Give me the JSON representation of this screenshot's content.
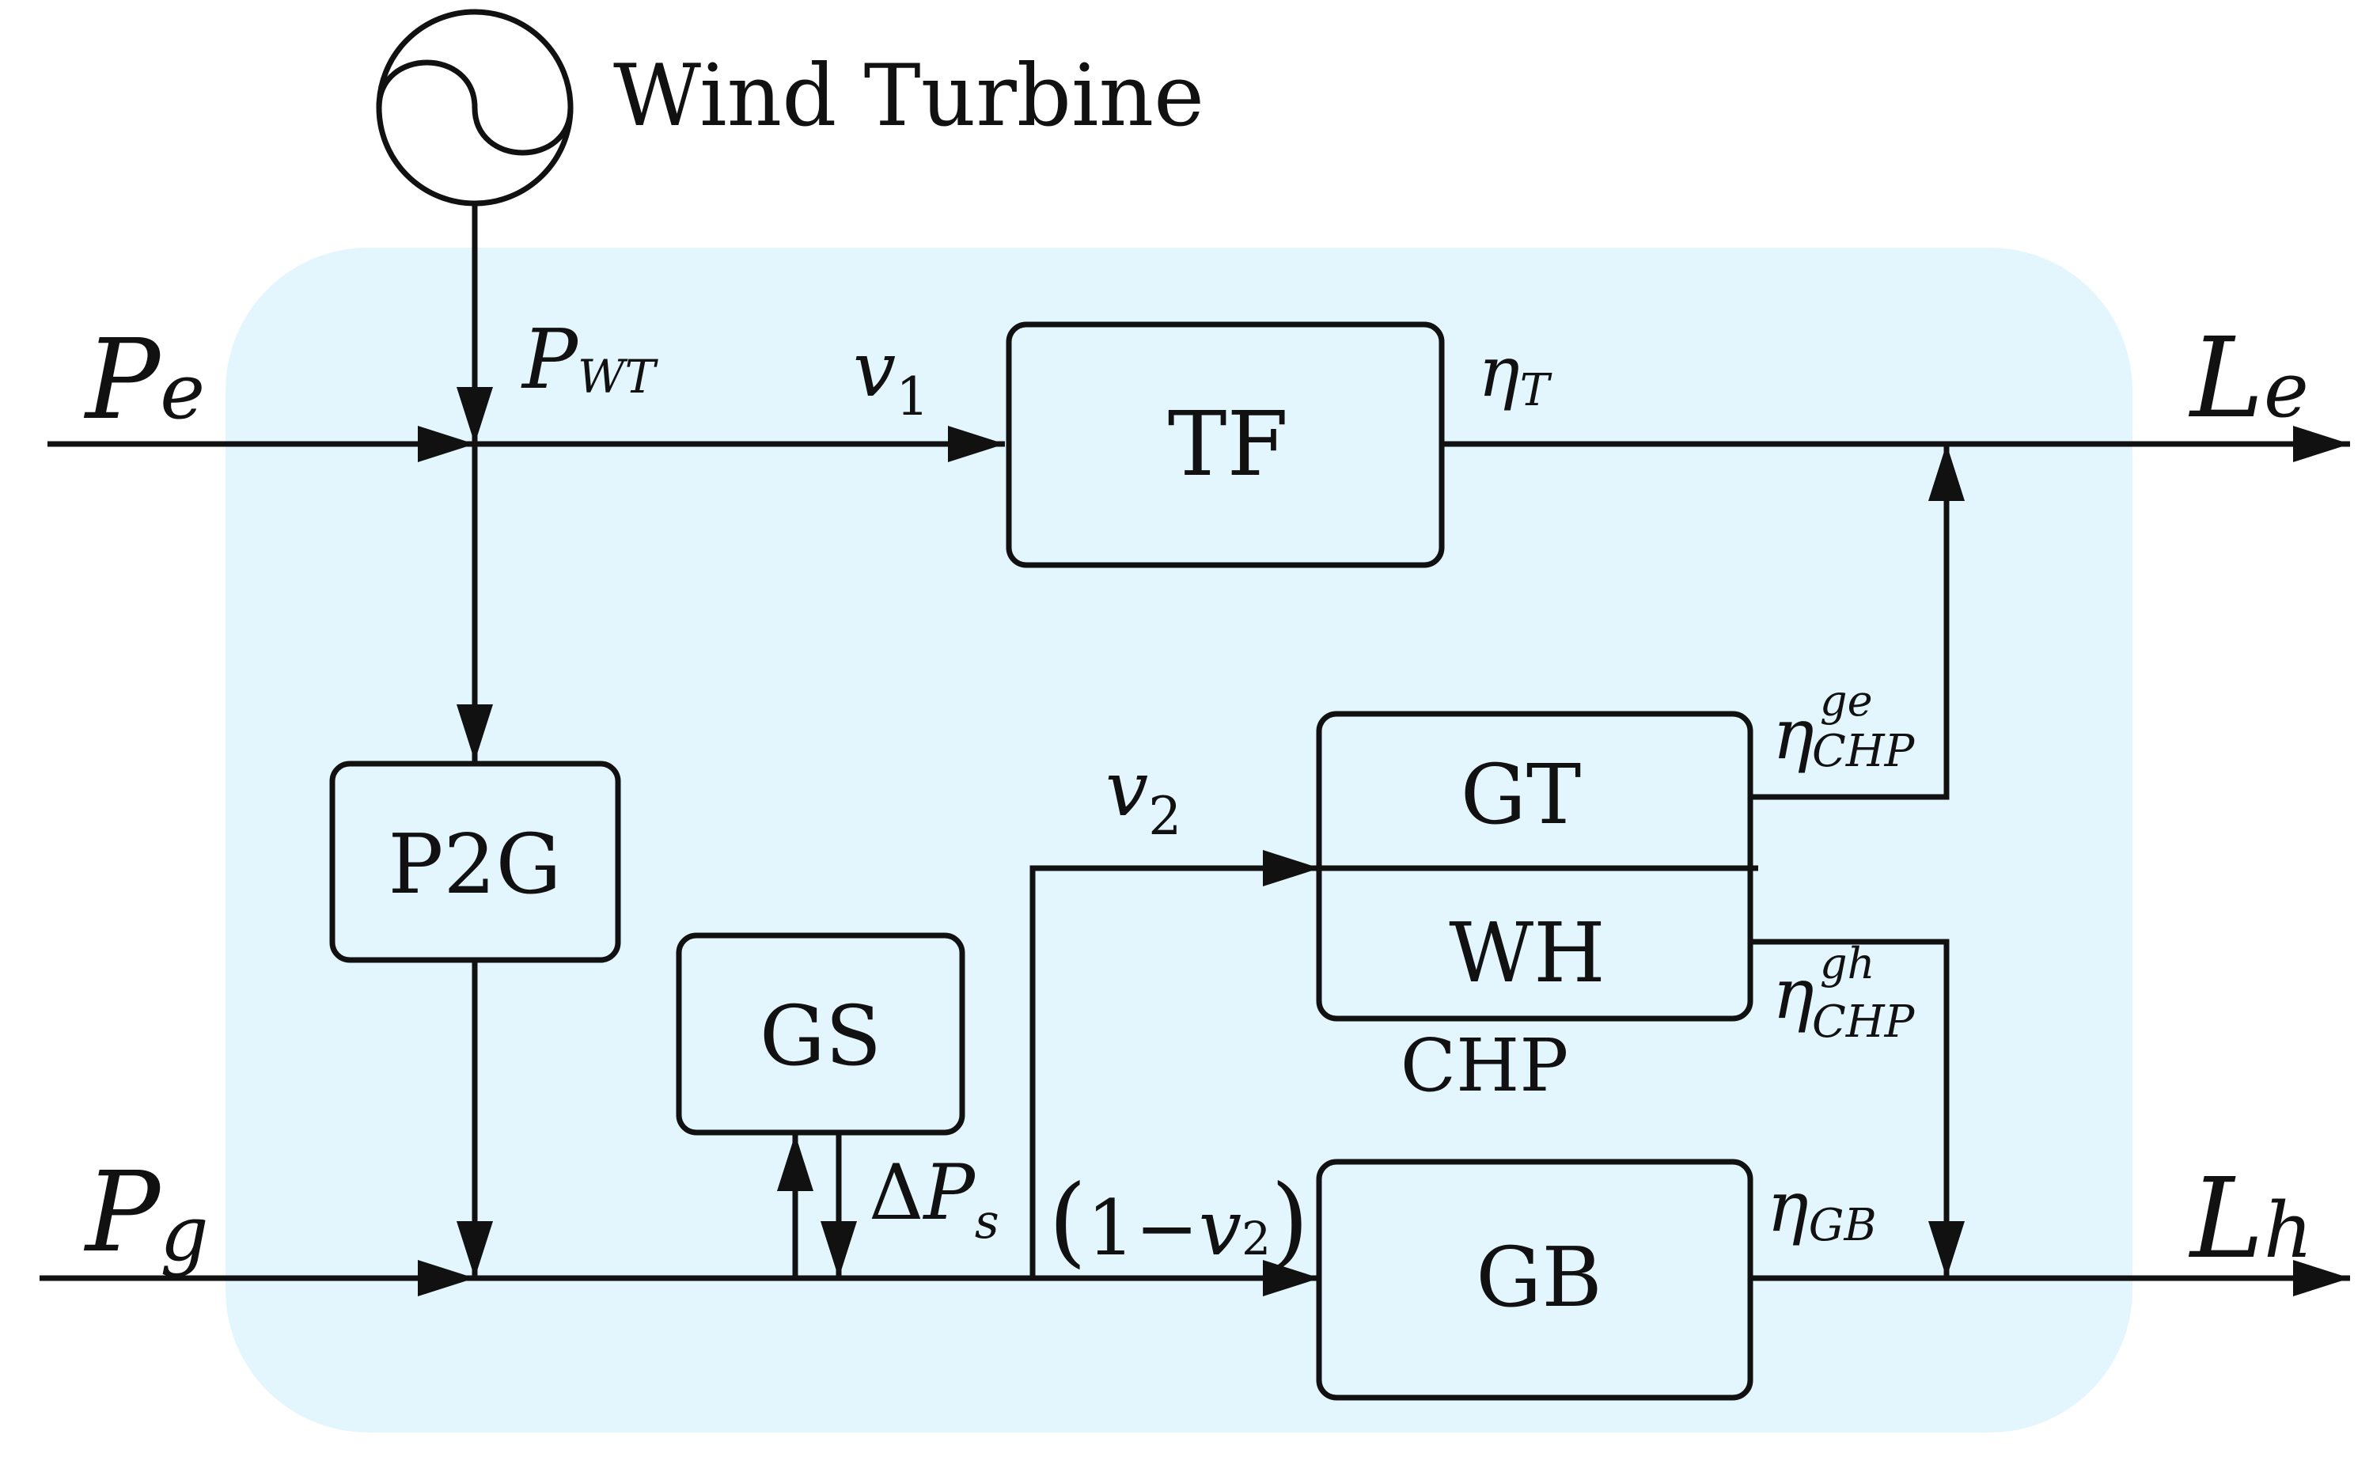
{
  "source_label": "Wind Turbine",
  "inputs": {
    "pe": {
      "base": "P",
      "sub": "e"
    },
    "pg": {
      "base": "P",
      "sub": "g"
    }
  },
  "outputs": {
    "le": {
      "base": "L",
      "sub": "e"
    },
    "lh": {
      "base": "L",
      "sub": "h"
    }
  },
  "blocks": {
    "tf": "TF",
    "p2g": "P2G",
    "gs": "GS",
    "gt": "GT",
    "wh": "WH",
    "chp": "CHP",
    "gb": "GB"
  },
  "symbols": {
    "pwt": {
      "base": "P",
      "sub": "WT"
    },
    "v1": {
      "base": "v",
      "sub": "1"
    },
    "v2": {
      "base": "v",
      "sub": "2"
    },
    "eta_t": {
      "base": "η",
      "sub": "T"
    },
    "eta_chp_ge": {
      "base": "η",
      "sup": "ge",
      "sub": "CHP"
    },
    "eta_chp_gh": {
      "base": "η",
      "sup": "gh",
      "sub": "CHP"
    },
    "eta_gb": {
      "base": "η",
      "sub": "GB"
    },
    "delta_ps": {
      "delta": "Δ",
      "base": "P",
      "sub": "s"
    },
    "one_minus_v2": {
      "open": "(",
      "one": "1",
      "minus": "−",
      "base": "v",
      "sub": "2",
      "close": ")"
    }
  },
  "colors": {
    "panel": "#e4f6fd",
    "ink": "#111111"
  }
}
